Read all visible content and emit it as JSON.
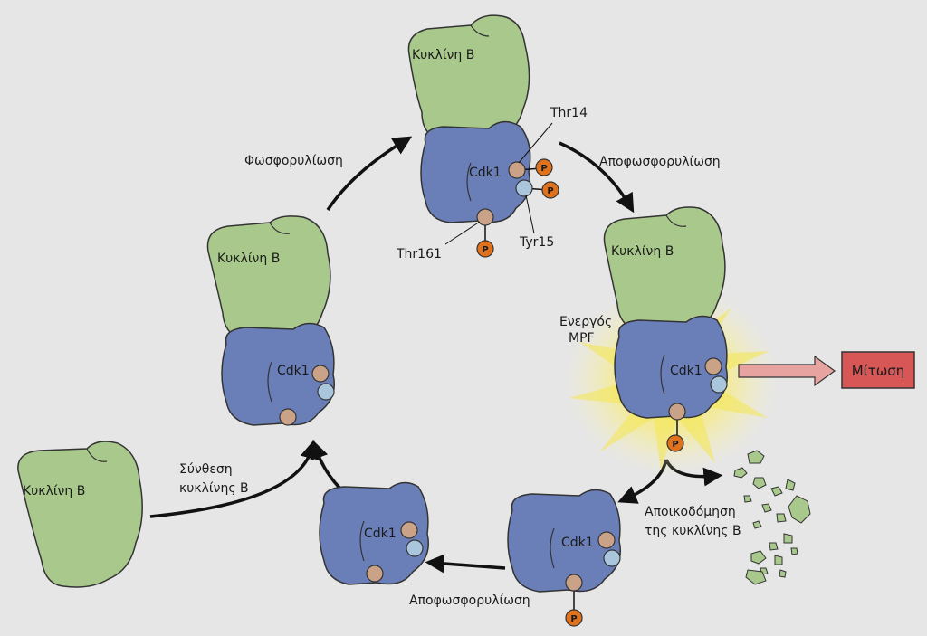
{
  "labels": {
    "cyclin_b": "Κυκλίνη Β",
    "cdk1": "Cdk1",
    "phosphate": "P",
    "phosphorylation": "Φωσφορυλίωση",
    "dephosphorylation": "Αποφωσφορυλίωση",
    "thr14": "Thr14",
    "tyr15": "Tyr15",
    "thr161": "Thr161",
    "active_mpf_line1": "Ενεργός",
    "active_mpf_line2": "MPF",
    "mitosis": "Μίτωση",
    "synthesis_line1": "Σύνθεση",
    "synthesis_line2": "κυκλίνης Β",
    "degradation_line1": "Αποικοδόμηση",
    "degradation_line2": "της κυκλίνης Β"
  },
  "colors": {
    "background": "#e6e6e6",
    "cyclin": "#a9c98c",
    "cdk": "#6a7fb8",
    "site_tan": "#c9a287",
    "site_blue": "#a9c6dc",
    "phosphate": "#e0721d",
    "mitosis_box": "#d75757",
    "mitosis_arrow": "#e7a3a0",
    "glow": "#f3e24a"
  }
}
